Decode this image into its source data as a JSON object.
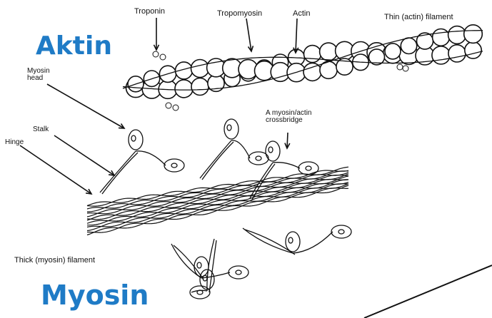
{
  "headings": {
    "aktin": "Aktin",
    "myosin": "Myosin"
  },
  "labels": {
    "troponin": "Troponin",
    "tropomyosin": "Tropomyosin",
    "actin": "Actin",
    "thin_filament": "Thin (actin) filament",
    "myosin_head": "Myosin\nhead",
    "stalk": "Stalk",
    "hinge": "Hinge",
    "crossbridge": "A myosin/actin\ncrossbridge",
    "thick_filament": "Thick (myosin) filament"
  },
  "colors": {
    "heading": "#1f7bc6",
    "ink": "#111111"
  }
}
